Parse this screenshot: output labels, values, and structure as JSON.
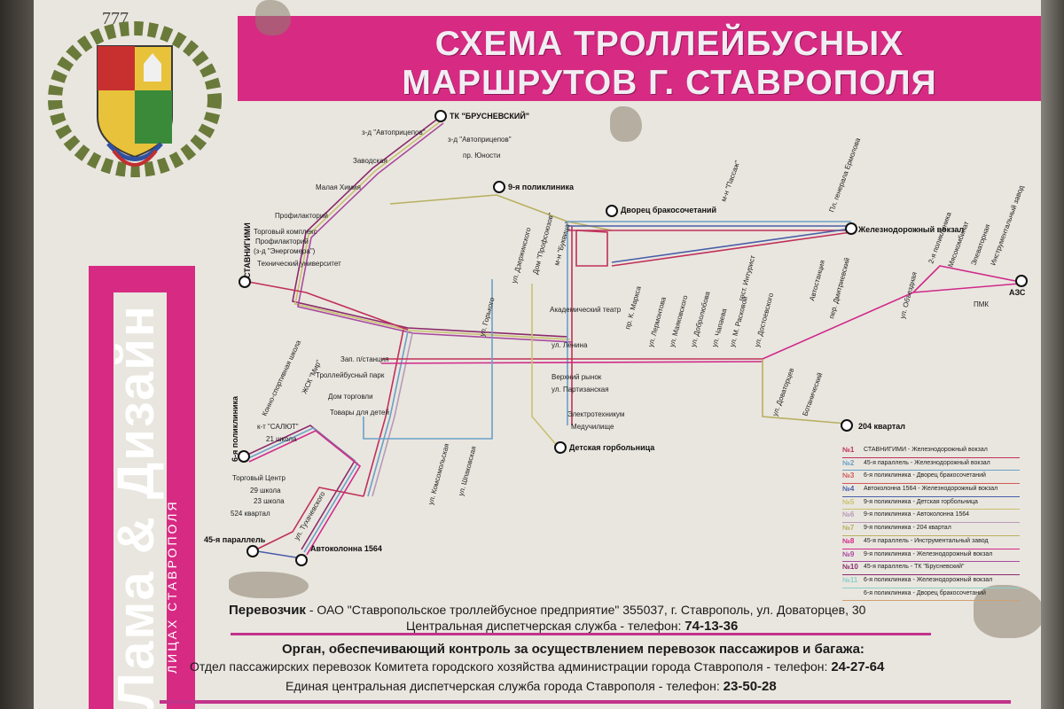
{
  "poster": {
    "title_line1": "СХЕМА ТРОЛЛЕЙБУСНЫХ",
    "title_line2": "МАРШРУТОВ Г. СТАВРОПОЛЯ",
    "coat_number": "777",
    "brand_vertical": "Лама & Дизайн",
    "brand_vertical_sub": "ЛИЦАХ СТАВРОПОЛЯ"
  },
  "terminals": {
    "tk_brusnevsky": "ТК \"БРУСНЕВСКИЙ\"",
    "poliklinika_9": "9-я поликлиника",
    "dvorets": "Дворец бракосочетаний",
    "vokzal": "Железнодорожный вокзал",
    "azs": "АЗС",
    "stavnigimi": "СТАВНИГИМИ",
    "poliklinika_6": "6-я поликлиника",
    "parallel_45": "45-я параллель",
    "avtokolonna": "Автоколонна 1564",
    "detskaya": "Детская горбольница",
    "kvartal_204": "204 квартал"
  },
  "stops": {
    "autopricepov_3d": "з-д \"Автоприцепов\"",
    "autopricepov_3d_2": "з-д \"Автоприцепов\"",
    "yunosti": "пр. Юности",
    "zavodskaya": "Заводская",
    "malaya_khimiya": "Малая Химия",
    "profilaktoriy": "Профилакторий",
    "torg_kompleks": "Торговый комплекс",
    "profilaktoriy_2": "Профилакторий",
    "energomera": "(з-д \"Энергомера\")",
    "tekh_univ": "Технический университет",
    "zap_stantsiya": "Зап. п/станция",
    "trolleybus_park": "Троллейбусный парк",
    "dom_torgovli": "Дом торговли",
    "tovary_detey": "Товары для детей",
    "salyut": "к-т \"САЛЮТ\"",
    "shkola_21": "21 школа",
    "torgovy_tsentr": "Торговый Центр",
    "shkola_29": "29 школа",
    "shkola_23": "23 школа",
    "kvartal_524": "524 квартал",
    "konno_sport": "Конно-спортивная школа",
    "zhsk_mir": "ЖСК \"Мир\"",
    "tukhachevskogo": "ул. Тухачевского",
    "akadem_teatr": "Академический театр",
    "lenina": "ул. Ленина",
    "verkhniy_rynok": "Верхний рынок",
    "partizanskaya": "ул. Партизанская",
    "elektrotekhnikum": "Электротехникум",
    "meduchilishche": "Медучилище",
    "gorkogo": "ул. Горького",
    "pl_ermolova": "Пл. генерала Ермолова",
    "passage": "м-н \"Пассаж\"",
    "dzerzhinskogo": "ул. Дзержинского",
    "profsoyuzov": "Дом \"Профсоюзов\"",
    "bukvar": "м-н \"Буквица\"",
    "marksa": "пр. К. Маркса",
    "lermontova": "ул. Лермонтова",
    "mayakovskogo": "ул. Маяковского",
    "dobrolyubova": "ул. Добролюбова",
    "chapaeva": "ул. Чапаева",
    "roskovoy": "ул. М. Расковой",
    "intourist": "гост. Интурист",
    "dostoevskogo": "ул. Достоевского",
    "avtostantsiya": "Автостанция",
    "pl_dmitrievskaya": "пер. Дмитриевский",
    "obezdnaya": "ул. Объездная",
    "poliklinika_2": "2-я поликлиника",
    "moskovskiy": "Мясокомбинат",
    "elevator": "Элеваторная",
    "instrumentalny": "Инструментальный завод",
    "pmk": "ПМК",
    "dovatortsev": "ул. Доваторцев",
    "dvorets_pionerov": "Ботанический",
    "shpakovskaya": "ул. Шпаковская",
    "komsomolskaya": "ул. Комсомольская"
  },
  "legend": [
    {
      "num": "№1",
      "text": "СТАВНИГИМИ - Железнодорожный вокзал",
      "color": "#c0305a"
    },
    {
      "num": "№2",
      "text": "45-я параллель - Железнодорожный вокзал",
      "color": "#6aa0c8"
    },
    {
      "num": "№3",
      "text": "6-я поликлиника - Дворец бракосочетаний",
      "color": "#d05a5a"
    },
    {
      "num": "№4",
      "text": "Автоколонна 1564 - Железнодорожный вокзал",
      "color": "#4a5ea8"
    },
    {
      "num": "№5",
      "text": "9-я поликлиника - Детская горбольница",
      "color": "#c8c070"
    },
    {
      "num": "№6",
      "text": "9-я поликлиника - Автоколонна 1564",
      "color": "#b89ab8"
    },
    {
      "num": "№7",
      "text": "9-я поликлиника - 204 квартал",
      "color": "#b8b060"
    },
    {
      "num": "№8",
      "text": "45-я параллель - Инструментальный завод",
      "color": "#d02a8a"
    },
    {
      "num": "№9",
      "text": "9-я поликлиника - Железнодорожный вокзал",
      "color": "#a84aa0"
    },
    {
      "num": "№10",
      "text": "45-я параллель - ТК \"Брусневский\"",
      "color": "#8a2a6a"
    },
    {
      "num": "№11",
      "text": "6-я поликлиника - Железнодорожный вокзал",
      "color": "#8ad0c8"
    },
    {
      "num": "",
      "text": "6-я поликлиника - Дворец бракосочетаний",
      "color": "#d0a070"
    }
  ],
  "info": {
    "carrier_label": "Перевозчик",
    "carrier_text": " - ОАО \"Ставропольское троллейбусное предприятие\" 355037, г. Ставрополь, ул. Доваторцев, 30",
    "dispatch_label": "Центральная диспетчерская служба - телефон:",
    "dispatch_phone": "74-13-36",
    "control_heading": "Орган, обеспечивающий контроль за осуществлением перевозок пассажиров и багажа:",
    "dept_text": "Отдел пассажирских перевозок Комитета городского хозяйства администрации города Ставрополя - телефон:",
    "dept_phone": "24-27-64",
    "unified_text": "Единая центральная диспетчерская служба города Ставрополя - телефон:",
    "unified_phone": "23-50-28"
  },
  "colors": {
    "magenta": "#d72a83",
    "paper": "#e9e6df"
  }
}
